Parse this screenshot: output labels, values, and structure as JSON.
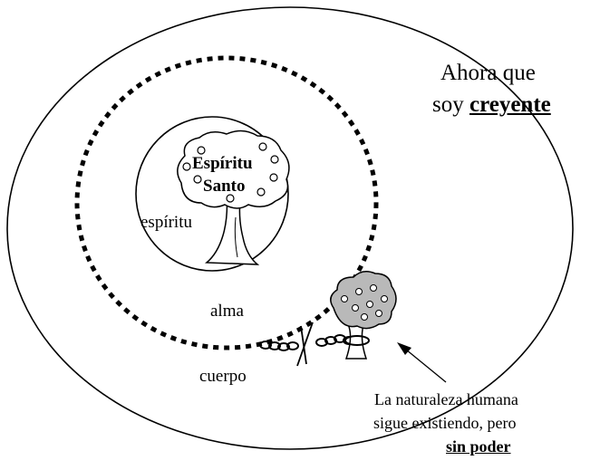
{
  "heading": {
    "line1": "Ahora que",
    "line2_prefix": "soy ",
    "line2_emphasis": "creyente"
  },
  "tree_labels": {
    "line1": "Espíritu",
    "line2": "Santo"
  },
  "rings": {
    "spirit": "espíritu",
    "soul": "alma",
    "body": "cuerpo"
  },
  "caption": {
    "line1": "La naturaleza humana",
    "line2": "sigue existiendo, pero",
    "line3": "sin poder"
  },
  "colors": {
    "ink": "#000000",
    "old_nature_tree": "#b9b9b9",
    "background": "#ffffff"
  },
  "icons": [
    "tree-icon",
    "chained-tree-icon",
    "chain-icon",
    "arrow-icon"
  ]
}
